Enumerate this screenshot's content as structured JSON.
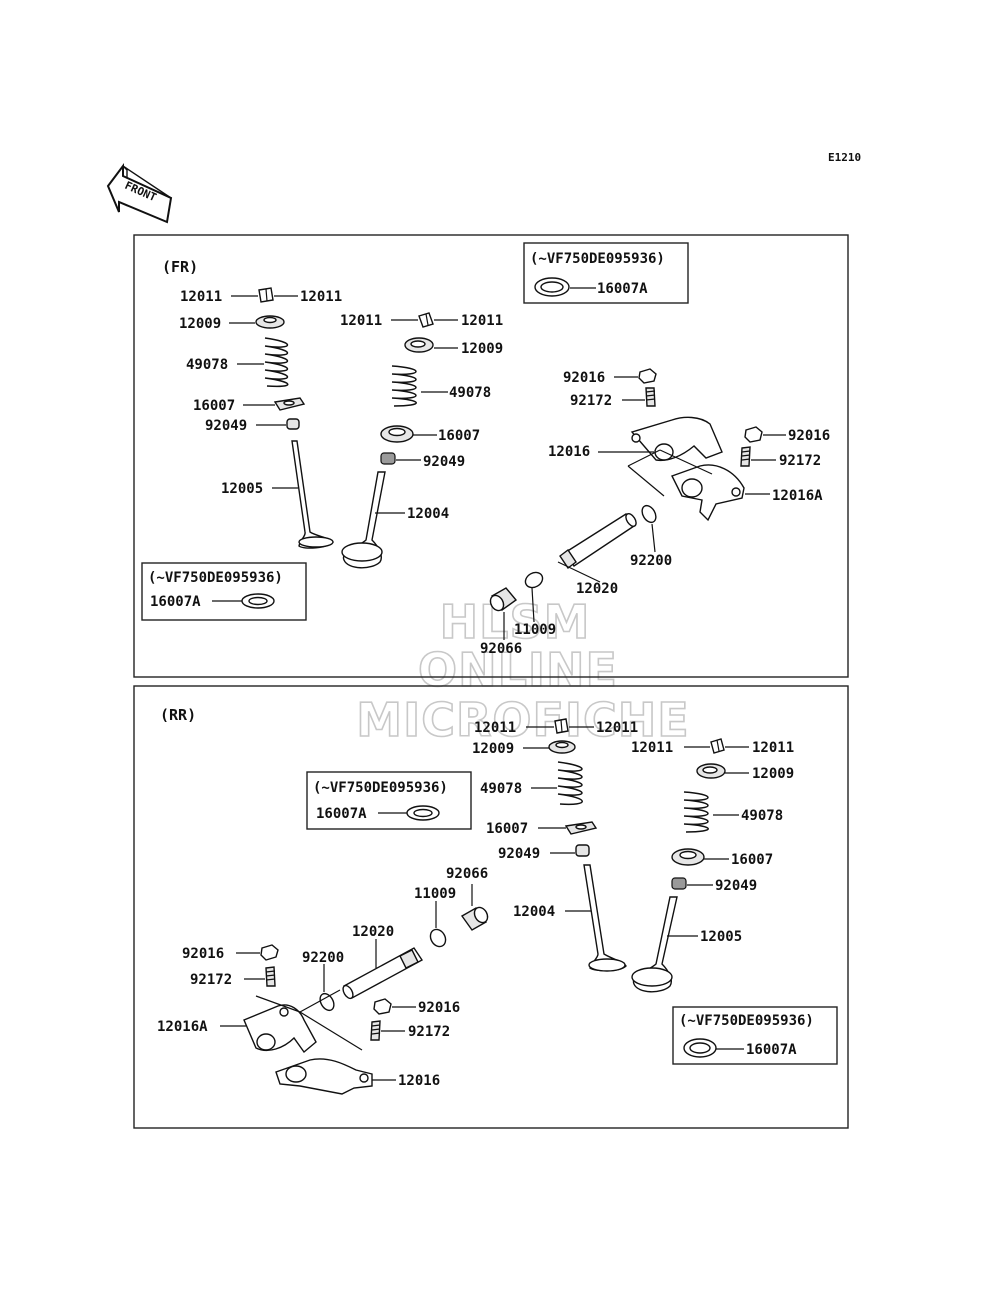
{
  "diagram_code": "E1210",
  "front_label": "FRONT",
  "watermark": {
    "line1": "HLSM",
    "line2": "ONLINE",
    "line3": "MICROFICHE"
  },
  "fr": {
    "title": "(FR)",
    "inset_top": {
      "condition": "(~VF750DE095936)",
      "part": "16007A"
    },
    "inset_left": {
      "condition": "(~VF750DE095936)",
      "part": "16007A"
    },
    "labels": {
      "p12011a": "12011",
      "p12011b": "12011",
      "p12009a": "12009",
      "p49078a": "49078",
      "p16007a": "16007",
      "p92049a": "92049",
      "p12005": "12005",
      "p12011c": "12011",
      "p12011d": "12011",
      "p12009b": "12009",
      "p49078b": "49078",
      "p16007b": "16007",
      "p92049b": "92049",
      "p12004": "12004",
      "p92016a": "92016",
      "p92172a": "92172",
      "p12016": "12016",
      "p92016b": "92016",
      "p92172b": "92172",
      "p12016A": "12016A",
      "p92200": "92200",
      "p12020": "12020",
      "p11009": "11009",
      "p92066": "92066"
    }
  },
  "rr": {
    "title": "(RR)",
    "inset_mid": {
      "condition": "(~VF750DE095936)",
      "part": "16007A"
    },
    "inset_right": {
      "condition": "(~VF750DE095936)",
      "part": "16007A"
    },
    "labels": {
      "p12011a": "12011",
      "p12011b": "12011",
      "p12009a": "12009",
      "p49078a": "49078",
      "p16007a": "16007",
      "p92049a": "92049",
      "p12004": "12004",
      "p12011c": "12011",
      "p12011d": "12011",
      "p12009b": "12009",
      "p49078b": "49078",
      "p16007b": "16007",
      "p92049b": "92049",
      "p12005": "12005",
      "p92066": "92066",
      "p11009": "11009",
      "p12020": "12020",
      "p92200": "92200",
      "p92016a": "92016",
      "p92172a": "92172",
      "p12016A": "12016A",
      "p92016b": "92016",
      "p92172b": "92172",
      "p12016": "12016"
    }
  }
}
